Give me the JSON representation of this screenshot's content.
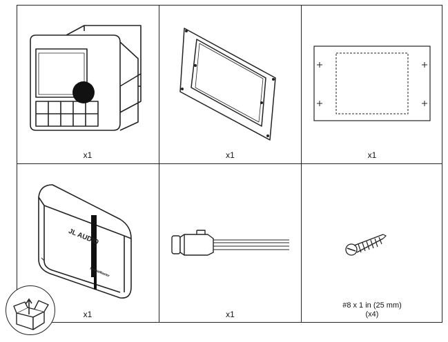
{
  "items": [
    {
      "name": "head-unit",
      "qty": "x1"
    },
    {
      "name": "mounting-gasket",
      "qty": "x1"
    },
    {
      "name": "mounting-template",
      "qty": "x1"
    },
    {
      "name": "protective-cover",
      "qty": "x1",
      "brand_text": "JL AUDIO",
      "model_text": "MediaMaster"
    },
    {
      "name": "wiring-harness",
      "qty": "x1"
    },
    {
      "name": "screw",
      "qty": "(x4)",
      "label": "#8 x 1 in (25 mm)"
    }
  ],
  "badge": {
    "icon": "open-box-icon"
  }
}
